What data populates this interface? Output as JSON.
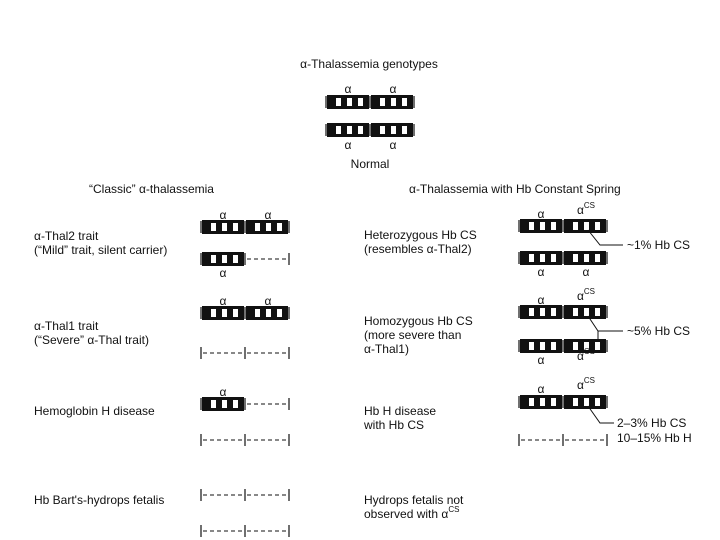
{
  "title": "α-Thalassemia genotypes",
  "normal": {
    "alpha": "α",
    "label": "Normal"
  },
  "left": {
    "heading": "“Classic” α-thalassemia",
    "thal2": {
      "line1": "α-Thal2 trait",
      "line2": "(“Mild” trait, silent carrier)"
    },
    "thal1": {
      "line1": "α-Thal1 trait",
      "line2": "(“Severe” α-Thal trait)"
    },
    "hbh": "Hemoglobin H disease",
    "barts": "Hb Bart's-hydrops fetalis"
  },
  "right": {
    "heading": "α-Thalassemia with Hb Constant Spring",
    "cs_sup": "CS",
    "het": {
      "line1": "Heterozygous Hb CS",
      "line2": "(resembles α-Thal2)",
      "pct": "~1% Hb CS"
    },
    "homo": {
      "line1": "Homozygous Hb CS",
      "line2": "(more severe than",
      "line3": "α-Thal1)",
      "pct": "~5% Hb CS"
    },
    "hbhcs": {
      "line1": "Hb H disease",
      "line2": "with Hb CS",
      "pct1": "2–3% Hb CS",
      "pct2": "10–15% Hb H"
    },
    "hydrops": {
      "line1": "Hydrops fetalis not",
      "line2": "observed with α"
    }
  }
}
